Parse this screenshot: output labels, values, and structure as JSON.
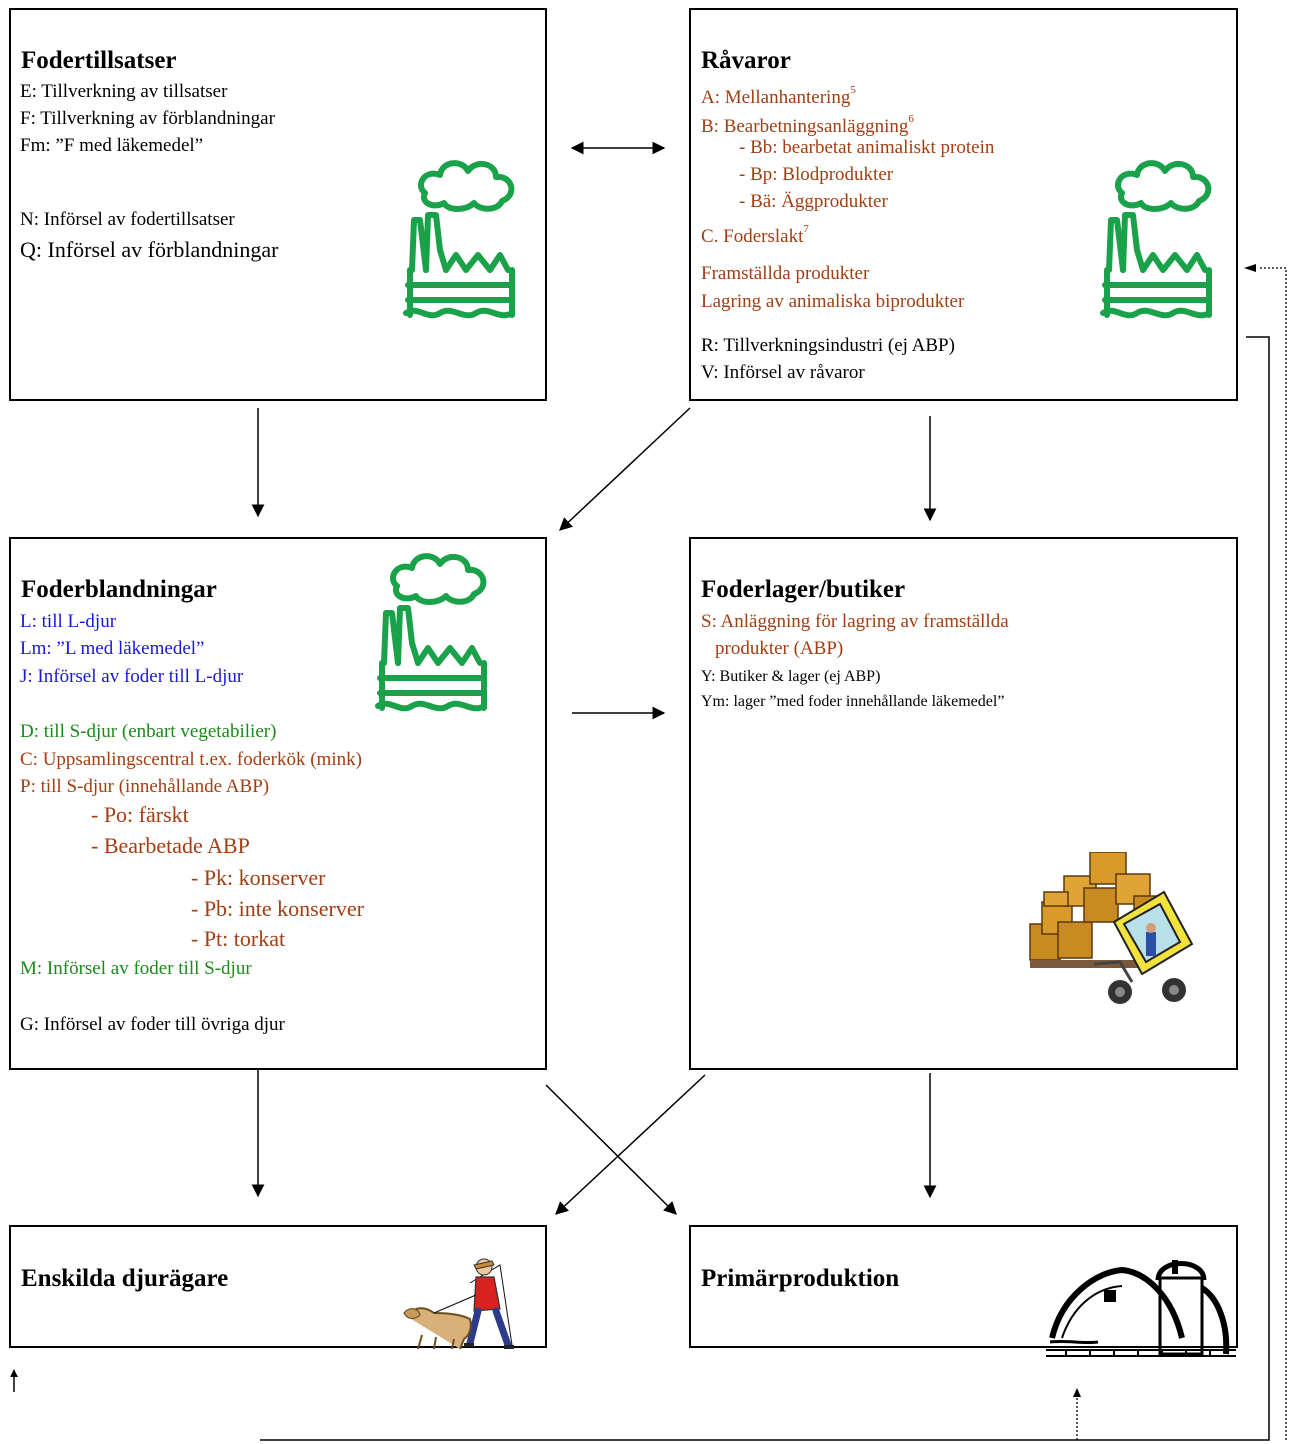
{
  "boxes": {
    "fodertillsatser": {
      "title": "Fodertillsatser",
      "lines": [
        "E: Tillverkning av tillsatser",
        "F: Tillverkning av förblandningar",
        "Fm: ”F med läkemedel”",
        "N: Införsel av fodertillsatser",
        "Q: Införsel av förblandningar"
      ]
    },
    "ravaror": {
      "title": "Råvaror",
      "lines": [
        "A: Mellanhantering",
        "B: Bearbetningsanläggning",
        "- Bb: bearbetat animaliskt protein",
        "- Bp: Blodprodukter",
        "- Bä: Äggprodukter",
        "C. Foderslakt",
        "Framställda produkter",
        "Lagring av animaliska biprodukter",
        "R: Tillverkningsindustri (ej ABP)",
        "V: Införsel av råvaror"
      ],
      "footnotes": [
        "5",
        "6",
        "7"
      ]
    },
    "foderblandningar": {
      "title": "Foderblandningar",
      "lines": [
        "L: till L-djur",
        "Lm: ”L med läkemedel”",
        "J: Införsel av foder till L-djur",
        "D: till S-djur (enbart vegetabilier)",
        "C: Uppsamlingscentral t.ex. foderkök (mink)",
        "P: till S-djur (innehållande ABP)",
        "- Po: färskt",
        "- Bearbetade ABP",
        "- Pk: konserver",
        "- Pb: inte konserver",
        "- Pt: torkat",
        "M: Införsel av foder till S-djur",
        "G: Införsel av foder till övriga djur"
      ]
    },
    "foderlager": {
      "title": "Foderlager/butiker",
      "lines": [
        "S: Anläggning för lagring av framställda",
        "produkter (ABP)",
        "Y: Butiker & lager (ej ABP)",
        "Ym: lager ”med foder innehållande läkemedel”"
      ]
    },
    "enskilda": {
      "title": "Enskilda djurägare"
    },
    "primar": {
      "title": "Primärproduktion"
    }
  },
  "colors": {
    "black": "#000000",
    "brown": "#a33e12",
    "blue": "#1818d8",
    "green": "#1a8a1a",
    "factory": "#19a24a"
  },
  "icons": [
    "factory-icon",
    "forklift-icon",
    "dog-walker-icon",
    "barn-icon"
  ]
}
